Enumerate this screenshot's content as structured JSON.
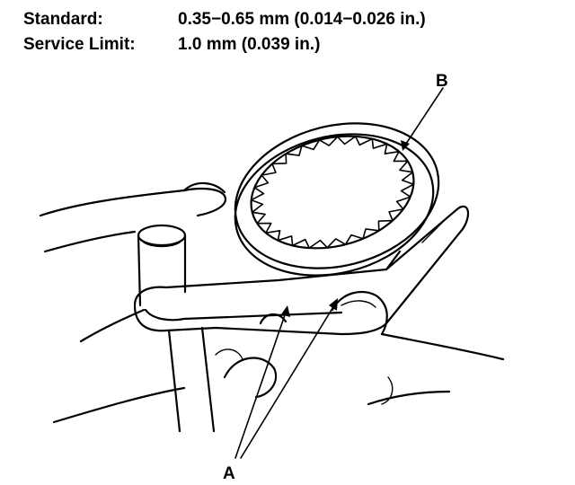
{
  "specs": {
    "standard": {
      "label": "Standard:",
      "value": "0.35−0.65 mm (0.014−0.026 in.)"
    },
    "service_limit": {
      "label": "Service Limit:",
      "value": "1.0 mm (0.039 in.)"
    }
  },
  "callouts": {
    "a": "A",
    "b": "B"
  },
  "colors": {
    "ink": "#000000",
    "paper": "#ffffff"
  }
}
